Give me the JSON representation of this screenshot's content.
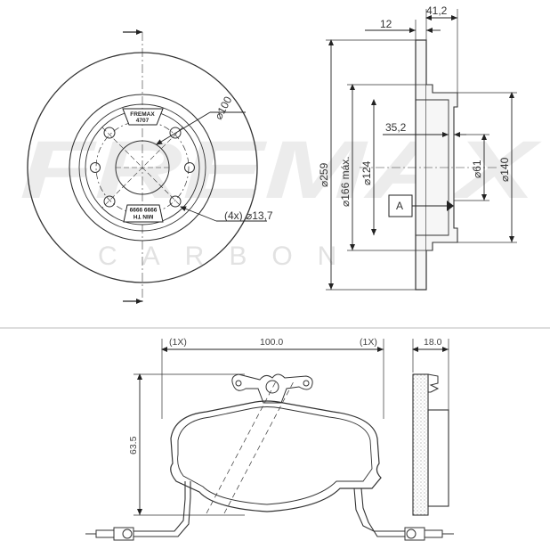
{
  "watermark": {
    "brand": "FREMAX",
    "sub": "CARBON"
  },
  "disc_front": {
    "pcd_label": "⌀100",
    "bolt_label": "(4x) ⌀13,7",
    "stamp_top": "FREMAX",
    "stamp_top_code": "4707",
    "stamp_bottom_1": "MIN TH",
    "stamp_bottom_2": "9999 9999"
  },
  "disc_side": {
    "thickness_label": "12",
    "height_label": "41,2",
    "outer_dia_label": "⌀259",
    "max_dia_label": "⌀166 máx.",
    "hat_dia_label": "⌀124",
    "hat_depth_label": "35,2",
    "bore_label": "⌀61",
    "flange_label": "⌀140",
    "datum_label": "A"
  },
  "pad": {
    "left_qty": "(1X)",
    "width_label": "100.0",
    "right_qty": "(1X)",
    "thickness_label": "18.0",
    "height_label": "63.5"
  }
}
